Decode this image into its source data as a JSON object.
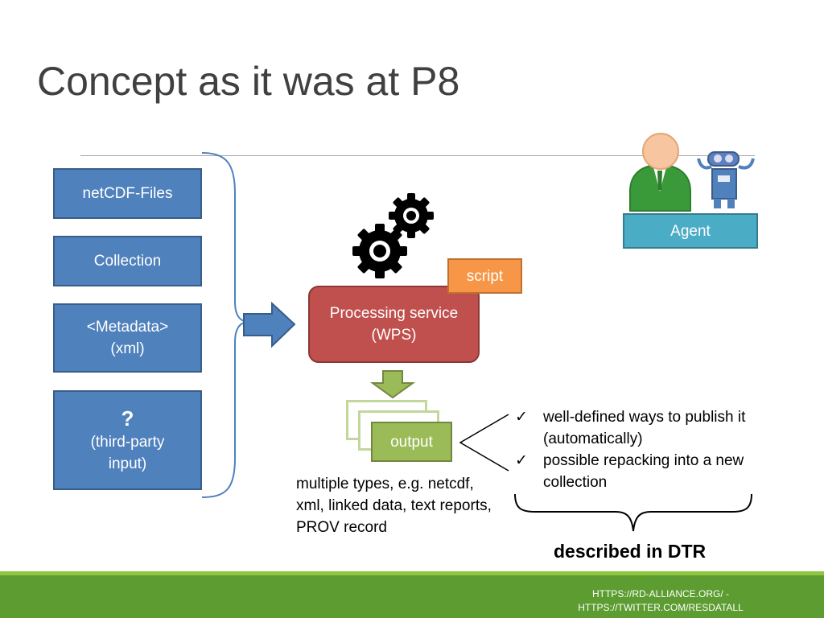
{
  "slide": {
    "title": "Concept as it was at P8"
  },
  "inputs": [
    {
      "label": "netCDF-Files"
    },
    {
      "label": "Collection"
    },
    {
      "line1": "<Metadata>",
      "line2": "(xml)"
    },
    {
      "symbol": "?",
      "line1": "(third-party",
      "line2": "input)"
    }
  ],
  "process": {
    "line1": "Processing service",
    "line2": "(WPS)",
    "icon": "gears-icon"
  },
  "script_label": "script",
  "agent": {
    "label": "Agent",
    "icons": [
      "person-icon",
      "robot-icon"
    ]
  },
  "output": {
    "label": "output",
    "description": "multiple types, e.g. netcdf, xml, linked data, text reports, PROV record"
  },
  "checklist": {
    "items": [
      "well-defined ways to publish it (automatically)",
      "possible repacking into a new collection"
    ],
    "check_symbol": "✓"
  },
  "summary": "described in DTR",
  "footer": {
    "line1": "HTTPS://RD-ALLIANCE.ORG/ -",
    "line2": "HTTPS://TWITTER.COM/RESDATALL"
  },
  "colors": {
    "input_box": "#4f81bd",
    "process_box": "#c0504d",
    "script_box": "#f79646",
    "agent_box": "#4bacc6",
    "output_box": "#9bbb59",
    "footer_band": "#5c9c31"
  }
}
